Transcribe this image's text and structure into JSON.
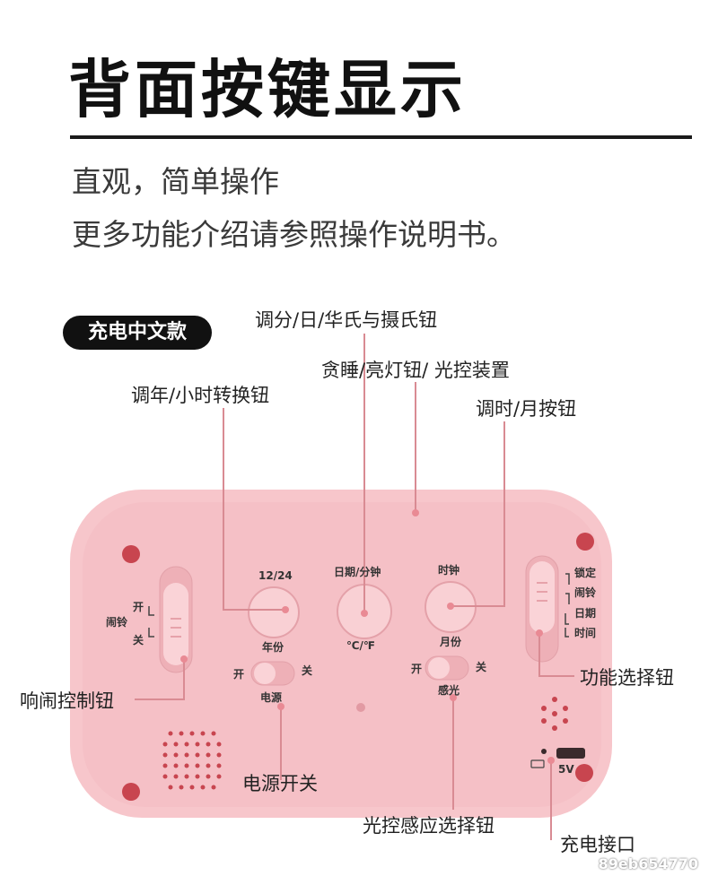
{
  "header": {
    "title": "背面按键显示",
    "subtitle_line1": "直观，简单操作",
    "subtitle_line2": "更多功能介绍请参照操作说明书。"
  },
  "badge": {
    "label": "充电中文款"
  },
  "callouts": {
    "minute_day": "调分/日/华氏与摄氏钮",
    "snooze_light": "贪睡/亮灯钮/ 光控装置",
    "year_hour": "调年/小时转换钮",
    "hour_month": "调时/月按钮",
    "alarm_control": "响闹控制钮",
    "function_select": "功能选择钮",
    "power_switch": "电源开关",
    "light_sensor_select": "光控感应选择钮",
    "charge_port": "充电接口"
  },
  "device_labels": {
    "btn1_top": "12/24",
    "btn1_bottom": "年份",
    "btn2_top": "日期/分钟",
    "btn2_bottom": "℃/℉",
    "btn3_top": "时钟",
    "btn3_bottom": "月份",
    "alarm_on": "开",
    "alarm_name": "闹铃",
    "alarm_off": "关",
    "func_lock": "锁定",
    "func_alarm": "闹铃",
    "func_date": "日期",
    "func_time": "时间",
    "power_on": "开",
    "power_off": "关",
    "power_name": "电源",
    "sensor_on": "开",
    "sensor_off": "关",
    "sensor_name": "感光",
    "port_voltage": "5V"
  },
  "colors": {
    "device_body": "#f7c6cb",
    "device_face": "#f4bcc2",
    "leader_line": "#d98b93",
    "accent_dot": "#e98a94"
  },
  "watermark": "89eb654770"
}
